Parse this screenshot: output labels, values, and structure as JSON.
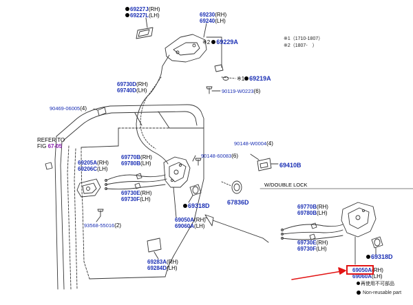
{
  "labels": {
    "p69227j": {
      "code": "69227J",
      "hand": "(RH)"
    },
    "p69227l": {
      "code": "69227L",
      "hand": "(LH)"
    },
    "p69230": {
      "code": "69230",
      "hand": "(RH)"
    },
    "p69240": {
      "code": "69240",
      "hand": "(LH)"
    },
    "p69229a": {
      "mark": "※2",
      "code": "69229A"
    },
    "p69219a": {
      "mark": "※1",
      "code": "69219A"
    },
    "p90119": {
      "code": "90119-W0223",
      "qty": "(6)"
    },
    "p69730d": {
      "code": "69730D",
      "hand": "(RH)"
    },
    "p69740d": {
      "code": "69740D",
      "hand": "(LH)"
    },
    "p90469": {
      "code": "90469-06005",
      "qty": "(4)"
    },
    "refer1": "REFER TO",
    "refer2_prefix": "FIG ",
    "refer2_fig": "67-05",
    "p69205a": {
      "code": "69205A",
      "hand": "(RH)"
    },
    "p69206c": {
      "code": "69206C",
      "hand": "(LH)"
    },
    "p69770b": {
      "code": "69770B",
      "hand": "(RH)"
    },
    "p69780b": {
      "code": "69780B",
      "hand": "(LH)"
    },
    "p69730e": {
      "code": "69730E",
      "hand": "(RH)"
    },
    "p69730f": {
      "code": "69730F",
      "hand": "(LH)"
    },
    "p90148_60083": {
      "code": "90148-60083",
      "qty": "(6)"
    },
    "p90148_w0004": {
      "code": "90148-W0004",
      "qty": "(4)"
    },
    "p69410b": {
      "code": "69410B"
    },
    "p69318d": {
      "code": "69318D"
    },
    "p67836d": {
      "code": "67836D"
    },
    "p93568": {
      "code": "93568-55016",
      "qty": "(2)"
    },
    "p69050a": {
      "code": "69050A",
      "hand": "(RH)"
    },
    "p69060a": {
      "code": "69060A",
      "hand": "(LH)"
    },
    "p69283a": {
      "code": "69283A",
      "hand": "(RH)"
    },
    "p69284d": {
      "code": "69284D",
      "hand": "(LH)"
    },
    "inset_title": "W/DOUBLE LOCK",
    "i69770b": {
      "code": "69770B",
      "hand": "(RH)"
    },
    "i69780b": {
      "code": "69780B",
      "hand": "(LH)"
    },
    "i69730e": {
      "code": "69730E",
      "hand": "(RH)"
    },
    "i69730f": {
      "code": "69730F",
      "hand": "(LH)"
    },
    "i69318d": {
      "code": "69318D"
    },
    "i69050a": {
      "code": "69050A",
      "hand": "(RH)"
    },
    "i69060a": {
      "code": "69060A",
      "hand": "(LH)"
    },
    "note1": "※1（1710-1807）",
    "note2": "※2（1807-　）",
    "legend_jp": "再使用不可部品",
    "legend_en": "Non-reusable part"
  },
  "colors": {
    "part_number": "#1a2fb4",
    "figure_ref": "#8a1ab0",
    "highlight": "#e21414",
    "line": "#333333"
  }
}
